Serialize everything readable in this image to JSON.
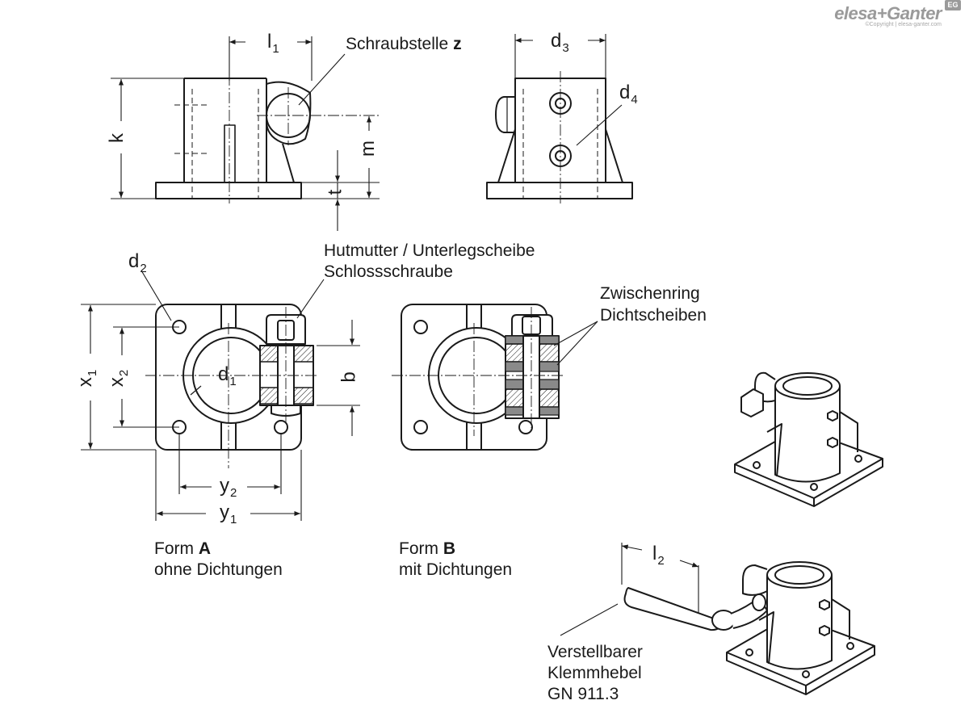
{
  "brand": {
    "name": "elesa+Ganter",
    "copyright": "©Copyright | elesa-ganter.com",
    "badge": "EG"
  },
  "labels": {
    "schraubstelle": "Schraubstelle",
    "schraubstelle_bold": "z",
    "hutmutter": "Hutmutter / Unterlegscheibe",
    "schlossschraube": "Schlossschraube",
    "zwischenring": "Zwischenring",
    "dichtscheiben": "Dichtscheiben",
    "form_a_prefix": "Form",
    "form_a_letter": "A",
    "form_a_desc": "ohne Dichtungen",
    "form_b_prefix": "Form",
    "form_b_letter": "B",
    "form_b_desc": "mit Dichtungen",
    "verstellbarer": "Verstellbarer",
    "klemmhebel": "Klemmhebel",
    "gn": "GN 911.3"
  },
  "dimensions": {
    "l1": {
      "main": "l",
      "sub": "1"
    },
    "l2": {
      "main": "l",
      "sub": "2"
    },
    "d1": {
      "main": "d",
      "sub": "1"
    },
    "d2": {
      "main": "d",
      "sub": "2"
    },
    "d3": {
      "main": "d",
      "sub": "3"
    },
    "d4": {
      "main": "d",
      "sub": "4"
    },
    "k": {
      "main": "k"
    },
    "m": {
      "main": "m"
    },
    "t": {
      "main": "t"
    },
    "b": {
      "main": "b"
    },
    "x1": {
      "main": "x",
      "sub": "1"
    },
    "x2": {
      "main": "x",
      "sub": "2"
    },
    "y1": {
      "main": "y",
      "sub": "1"
    },
    "y2": {
      "main": "y",
      "sub": "2"
    }
  }
}
